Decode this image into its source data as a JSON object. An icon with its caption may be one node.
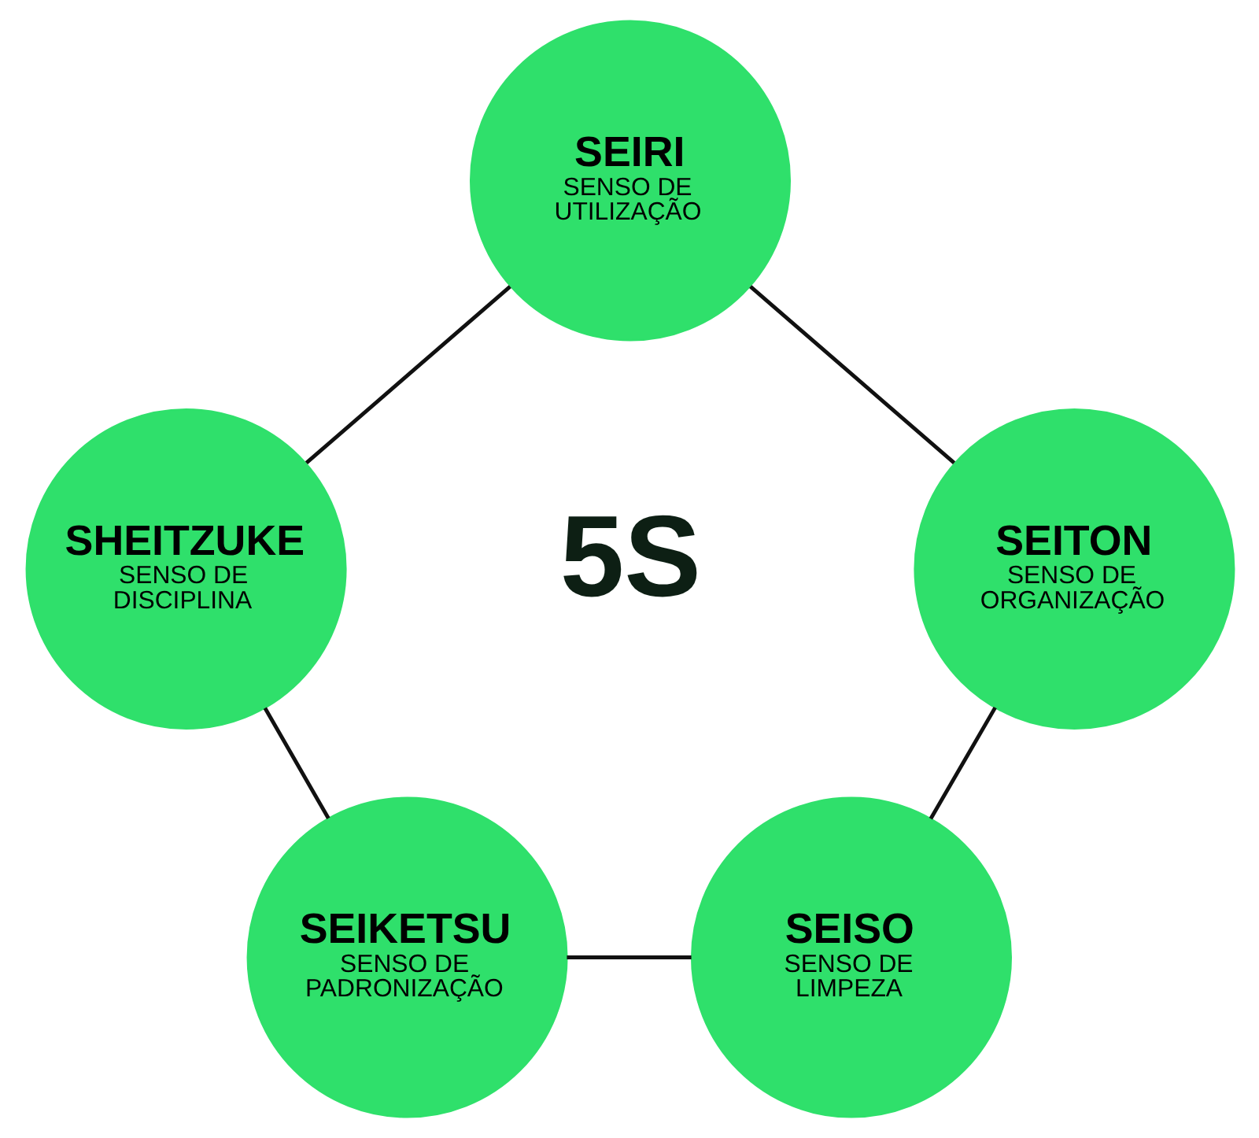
{
  "diagram": {
    "nodes": [
      {
        "text": [
          "SEIRI",
          "SENSO DE UTILIZAÇÃO"
        ]
      },
      {
        "text": [
          "SHEITZUKE",
          "SENSO DE DISCIPLINA"
        ]
      },
      {
        "text": [
          "SEITON",
          "SENSO DE ORGANIZAÇÃO"
        ]
      },
      {
        "text": [
          "SEIKETSU",
          "SENSO DE PADRONIZAÇÃO"
        ]
      },
      {
        "text": [
          "SEISO",
          "SENSO DE LIMPEZA"
        ]
      }
    ],
    "edges": [
      {
        "from": 0,
        "to": 2,
        "arrow": "none"
      },
      {
        "from": 2,
        "to": 4,
        "arrow": "none"
      },
      {
        "from": 3,
        "to": 4,
        "arrow": "none"
      },
      {
        "from": 1,
        "to": 3,
        "arrow": "none"
      },
      {
        "from": 0,
        "to": 1,
        "arrow": "none"
      }
    ],
    "labels": [
      "5S"
    ]
  }
}
